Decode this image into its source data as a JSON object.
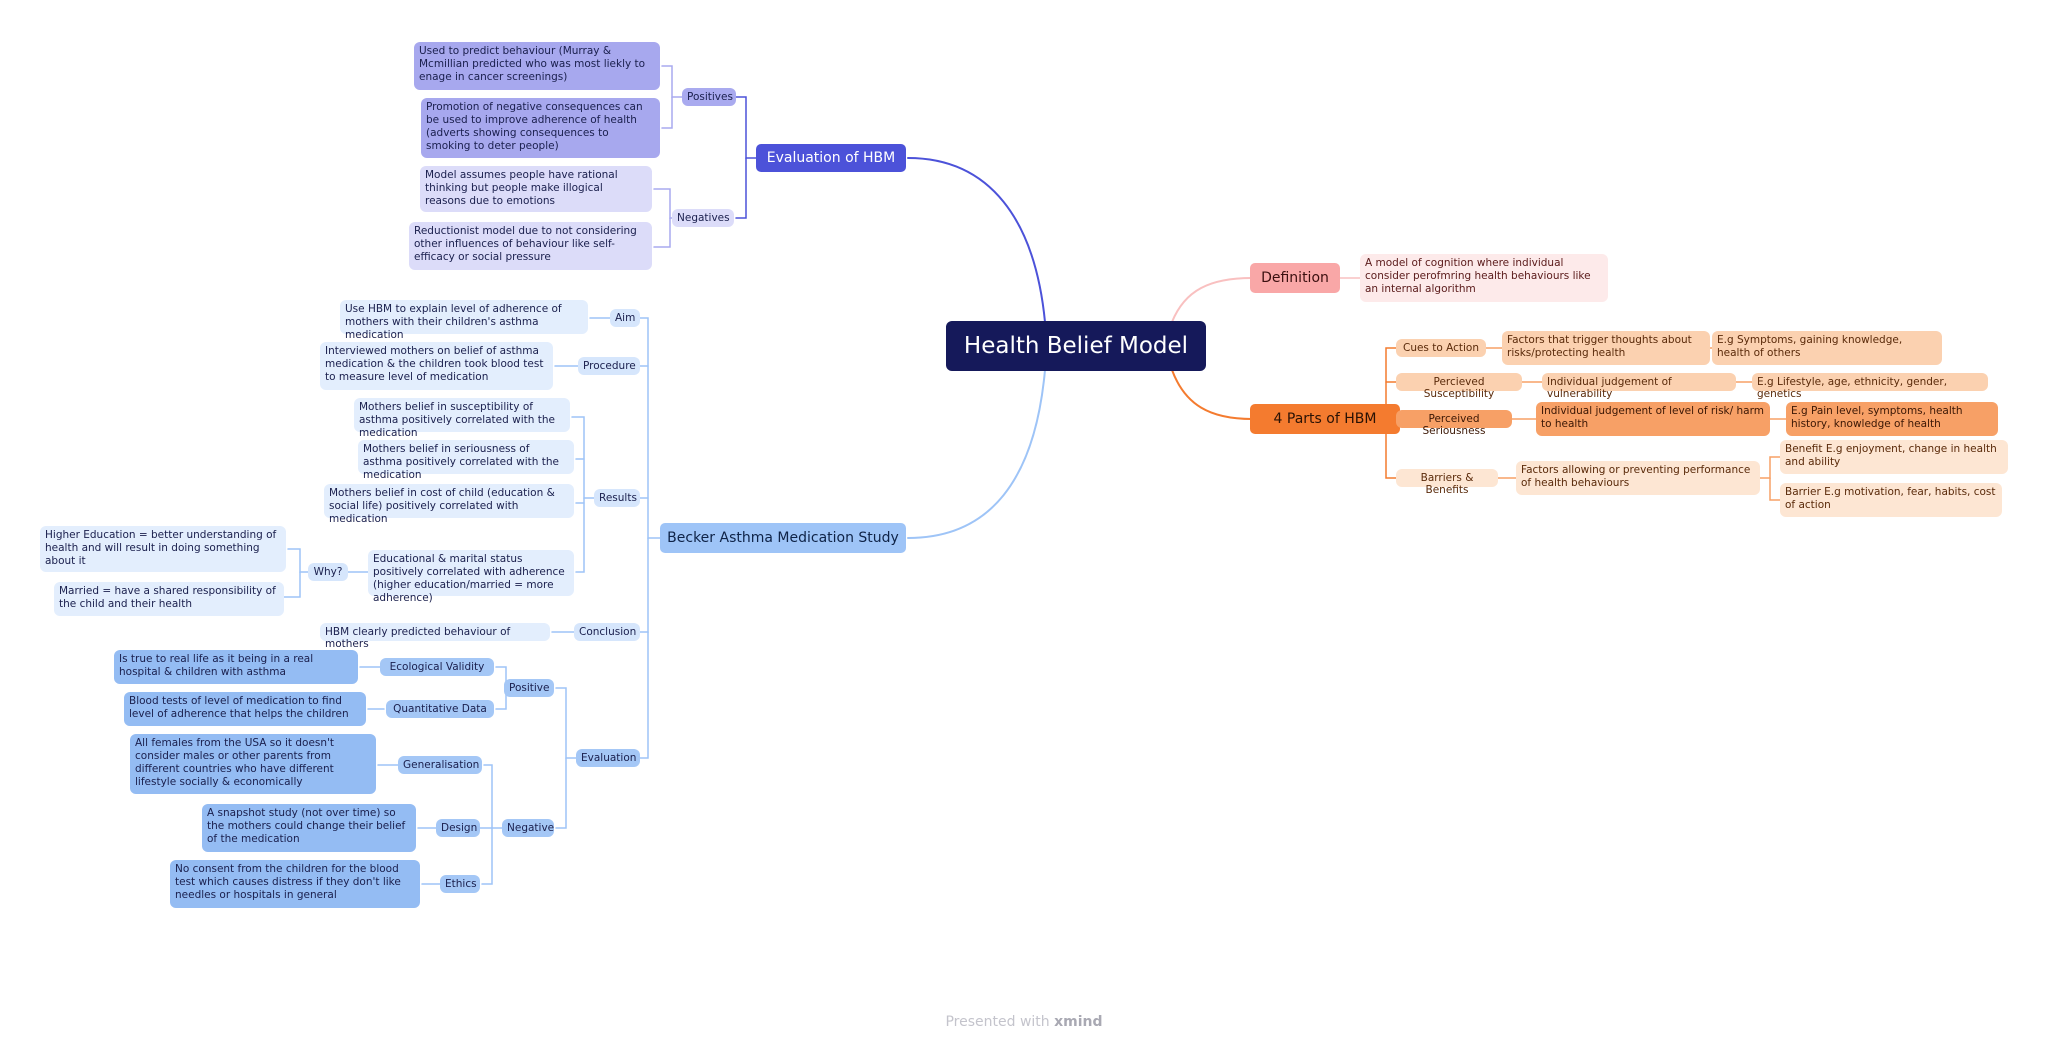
{
  "center": "Health Belief Model",
  "evaluation_hbm": {
    "title": "Evaluation of HBM",
    "positives": {
      "label": "Positives",
      "items": [
        "Used to predict behaviour (Murray & Mcmillian predicted who was most liekly to enage in cancer screenings)",
        "Promotion of negative consequences can be used to improve adherence of health (adverts showing consequences to smoking to deter people)"
      ]
    },
    "negatives": {
      "label": "Negatives",
      "items": [
        "Model assumes people have rational thinking but people make illogical reasons due to emotions",
        "Reductionist model due to not considering other influences of behaviour like self-efficacy or social pressure"
      ]
    }
  },
  "becker": {
    "title": "Becker Asthma Medication Study",
    "aim": {
      "label": "Aim",
      "text": "Use HBM to explain level of adherence of mothers with their children's asthma medication"
    },
    "procedure": {
      "label": "Procedure",
      "text": "Interviewed mothers on belief of asthma medication & the children took blood test to measure level of medication"
    },
    "results": {
      "label": "Results",
      "items": [
        "Mothers belief in susceptibility of asthma positively correlated with the medication",
        "Mothers belief in seriousness of asthma positively correlated with the medication",
        "Mothers belief in cost of child (education & social life) positively correlated with medication",
        "Educational & marital status positively correlated with adherence (higher education/married = more adherence)"
      ],
      "why": {
        "label": "Why?",
        "items": [
          "Higher Education = better understanding of health and will result in doing something about it",
          "Married = have a shared responsibility of the child and their health"
        ]
      }
    },
    "conclusion": {
      "label": "Conclusion",
      "text": "HBM clearly predicted behaviour of mothers"
    },
    "evaluation": {
      "label": "Evaluation",
      "positive": {
        "label": "Positive",
        "items": [
          {
            "label": "Ecological Validity",
            "text": "Is true to real life as it being in a real hospital & children with asthma"
          },
          {
            "label": "Quantitative Data",
            "text": "Blood tests of level of medication to find level of adherence that helps the children"
          }
        ]
      },
      "negative": {
        "label": "Negative",
        "items": [
          {
            "label": "Generalisation",
            "text": "All females from the USA so it doesn't consider males or other parents from different countries who have different lifestyle socially & economically"
          },
          {
            "label": "Design",
            "text": "A snapshot study (not over time) so the mothers could change their belief of the medication"
          },
          {
            "label": "Ethics",
            "text": "No consent from the children for the blood test which causes distress if they don't like needles or hospitals in general"
          }
        ]
      }
    }
  },
  "definition": {
    "title": "Definition",
    "text": "A model of cognition where individual consider perofmring health behaviours like an internal algorithm"
  },
  "parts": {
    "title": "4 Parts of HBM",
    "cues": {
      "label": "Cues to Action",
      "desc": "Factors that trigger thoughts about risks/protecting health",
      "example": "E.g Symptoms, gaining knowledge, health of others"
    },
    "susceptibility": {
      "label": "Percieved Susceptibility",
      "desc": "Individual judgement of vulnerability",
      "example": "E.g Lifestyle, age, ethnicity, gender, genetics"
    },
    "seriousness": {
      "label": "Perceived Seriousness",
      "desc": "Individual judgement of level of risk/ harm to health",
      "example": "E.g Pain level, symptoms, health history, knowledge of health"
    },
    "barriers": {
      "label": "Barriers & Benefits",
      "desc": "Factors allowing or preventing performance of health behaviours",
      "benefit": "Benefit E.g enjoyment, change in health and ability",
      "barrier": "Barrier E.g motivation, fear, habits, cost of action"
    }
  },
  "footer": {
    "prefix": "Presented with ",
    "brand": "xmind"
  },
  "colors": {
    "center": "#15195a",
    "evaluation": "#4c52d9",
    "becker": "#9ec4f7",
    "definition": "#f9a7a7",
    "parts": "#f47b2f"
  }
}
